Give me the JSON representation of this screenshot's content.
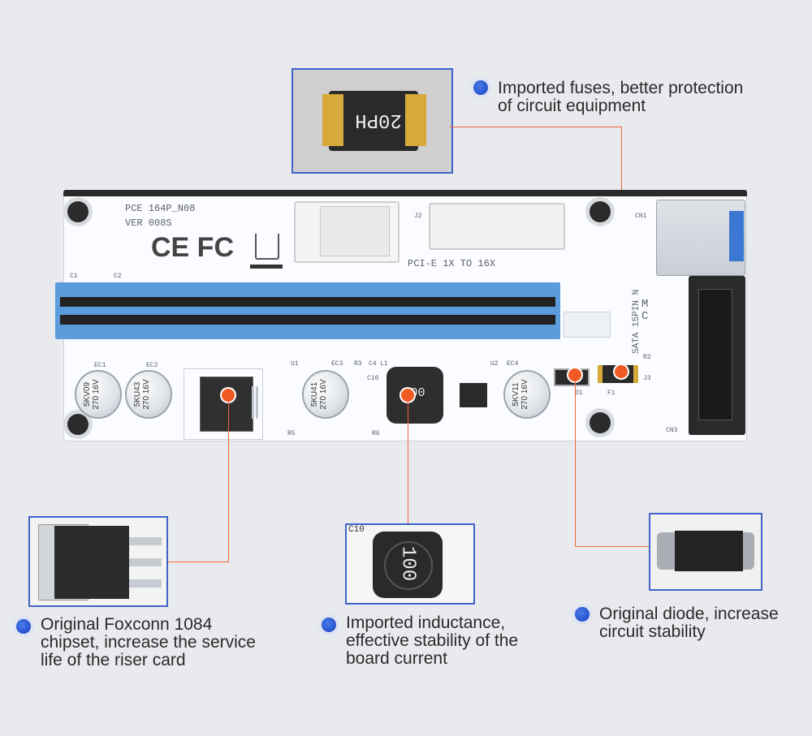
{
  "board": {
    "silk_model": "PCE 164P_N08",
    "silk_version": "VER 008S",
    "silk_marks": "CE FC",
    "silk_pcie": "PCI-E 1X TO 16X",
    "silk_sata": "SATA 15PIN N",
    "labels": {
      "c1": "C1",
      "c2": "C2",
      "ec1": "EC1",
      "ec2": "EC2",
      "u1": "U1",
      "ec3": "EC3",
      "r3": "R3",
      "c4": "C4",
      "l1": "L1",
      "c10": "C10",
      "u2": "U2",
      "ec4": "EC4",
      "r5": "R5",
      "r6": "R6",
      "d1": "D1",
      "f1": "F1",
      "r2": "R2",
      "j3": "J3",
      "j2": "J2",
      "cn1": "CN1",
      "cn3": "CN3",
      "mc": "M C"
    },
    "caps": [
      {
        "text": "5KV09 270 16V"
      },
      {
        "text": "5KU43 270 16V"
      },
      {
        "text": "5KU41 270 16V"
      },
      {
        "text": "5KV11 270 16V"
      }
    ],
    "inductor_marking": "100"
  },
  "insets": {
    "fuse_marking": "20PH",
    "inductor_marking": "100",
    "inductor_label": "C10"
  },
  "callouts": {
    "fuse": {
      "line1": "Imported fuses, better protection",
      "line2": "of circuit equipment"
    },
    "chipset": {
      "line1": "Original Foxconn 1084",
      "line2": "chipset, increase the service",
      "line3": "life of the riser card"
    },
    "inductance": {
      "line1": "Imported inductance,",
      "line2": "effective stability of the",
      "line3": "board current"
    },
    "diode": {
      "line1": "Original diode, increase",
      "line2": "circuit stability"
    }
  },
  "colors": {
    "accent_blue": "#2d5ad4",
    "marker_orange": "#f15a24",
    "slot_blue": "#5b9cdc",
    "background": "#e9eaee"
  }
}
